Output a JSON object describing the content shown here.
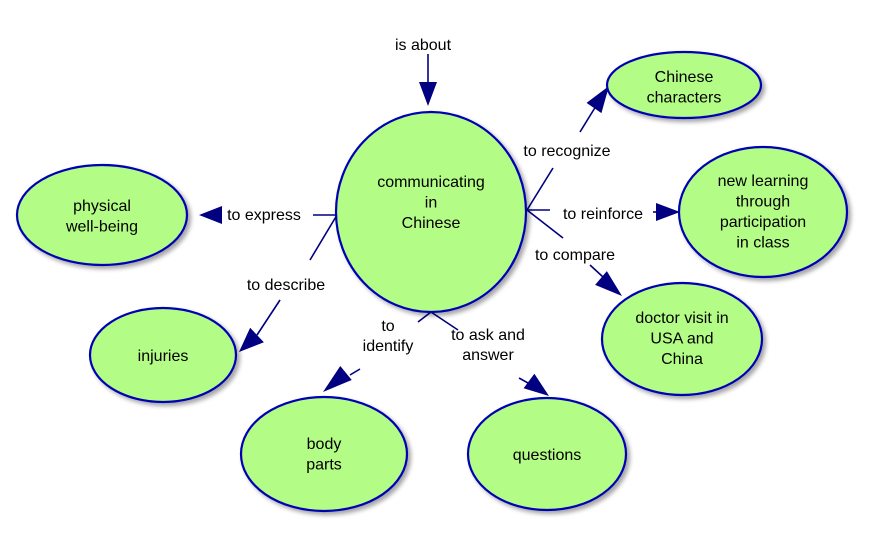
{
  "colors": {
    "node_fill": "#b3fc86",
    "node_stroke": "#0000b4",
    "link_stroke": "#000080",
    "arrow_fill": "#000080",
    "shadow": "#c8c8c8",
    "text": "#000000"
  },
  "concept_map": {
    "central": {
      "id": "central",
      "lines": [
        "communicating",
        "in",
        "Chinese"
      ]
    },
    "nodes": [
      {
        "id": "chinese-characters",
        "lines": [
          "Chinese",
          "characters"
        ]
      },
      {
        "id": "new-learning",
        "lines": [
          "new learning",
          "through",
          "participation",
          "in class"
        ]
      },
      {
        "id": "doctor-visit",
        "lines": [
          "doctor visit in",
          "USA and",
          "China"
        ]
      },
      {
        "id": "questions",
        "lines": [
          "questions"
        ]
      },
      {
        "id": "body-parts",
        "lines": [
          "body",
          "parts"
        ]
      },
      {
        "id": "injuries",
        "lines": [
          "injuries"
        ]
      },
      {
        "id": "physical-well-being",
        "lines": [
          "physical",
          "well-being"
        ]
      }
    ],
    "links": [
      {
        "id": "is-about",
        "lines": [
          "is about"
        ],
        "from": "",
        "to": "central"
      },
      {
        "id": "to-recognize",
        "lines": [
          "to recognize"
        ],
        "from": "central",
        "to": "chinese-characters"
      },
      {
        "id": "to-reinforce",
        "lines": [
          "to reinforce"
        ],
        "from": "central",
        "to": "new-learning"
      },
      {
        "id": "to-compare",
        "lines": [
          "to compare"
        ],
        "from": "central",
        "to": "doctor-visit"
      },
      {
        "id": "to-ask-and-answer",
        "lines": [
          "to ask and",
          "answer"
        ],
        "from": "central",
        "to": "questions"
      },
      {
        "id": "to-identify",
        "lines": [
          "to",
          "identify"
        ],
        "from": "central",
        "to": "body-parts"
      },
      {
        "id": "to-describe",
        "lines": [
          "to describe"
        ],
        "from": "central",
        "to": "injuries"
      },
      {
        "id": "to-express",
        "lines": [
          "to express"
        ],
        "from": "central",
        "to": "physical-well-being"
      }
    ]
  }
}
